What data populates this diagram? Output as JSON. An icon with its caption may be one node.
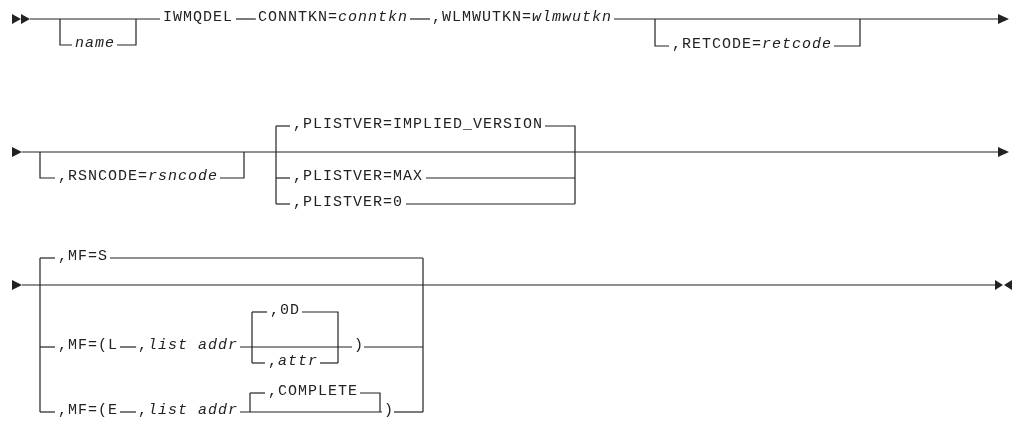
{
  "diagram": {
    "labels": [
      "name",
      "IWMQDEL",
      "CONNTKN=*conntkn*",
      ",WLMWUTKN=*wlmwutkn*",
      ",RETCODE=*retcode*",
      ",RSNCODE=*rsncode*",
      ",PLISTVER=IMPLIED_VERSION",
      ",PLISTVER=MAX",
      ",PLISTVER=0",
      ",MF=S",
      ",MF=(L",
      ",*list addr*",
      ",0D",
      ")",
      ",*attr*",
      ",MF=(E",
      ",*list addr*",
      ",COMPLETE",
      ")"
    ]
  }
}
